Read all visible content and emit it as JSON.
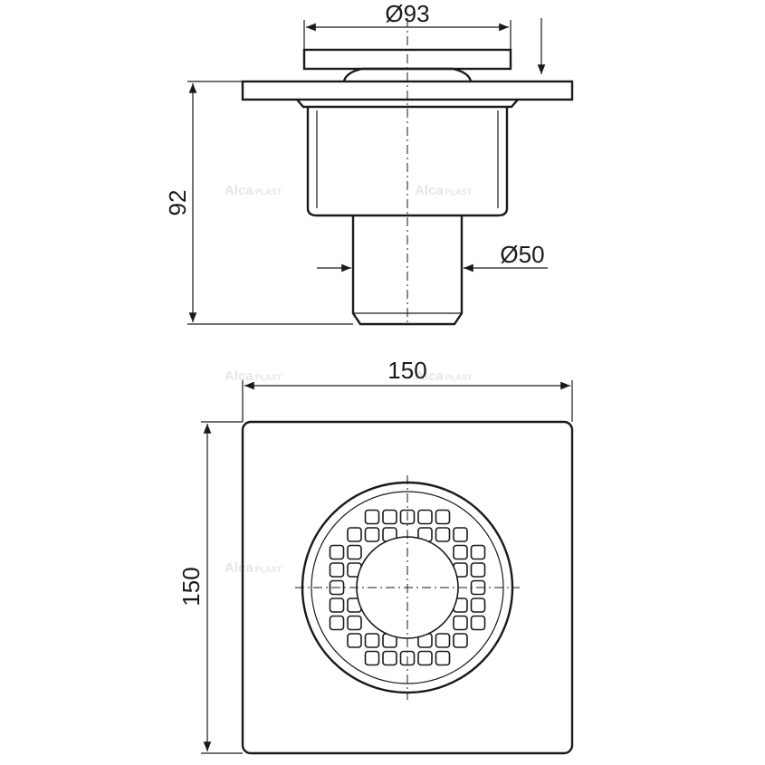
{
  "dimensions": {
    "top_diameter": "Ø93",
    "height": "92",
    "outlet_diameter": "Ø50",
    "width": "150",
    "depth": "150"
  },
  "watermark": {
    "brand": "Alca",
    "suffix": "PLAST"
  },
  "colors": {
    "line": "#1a1a1a",
    "background": "#ffffff",
    "watermark": "#e6e6e6"
  }
}
